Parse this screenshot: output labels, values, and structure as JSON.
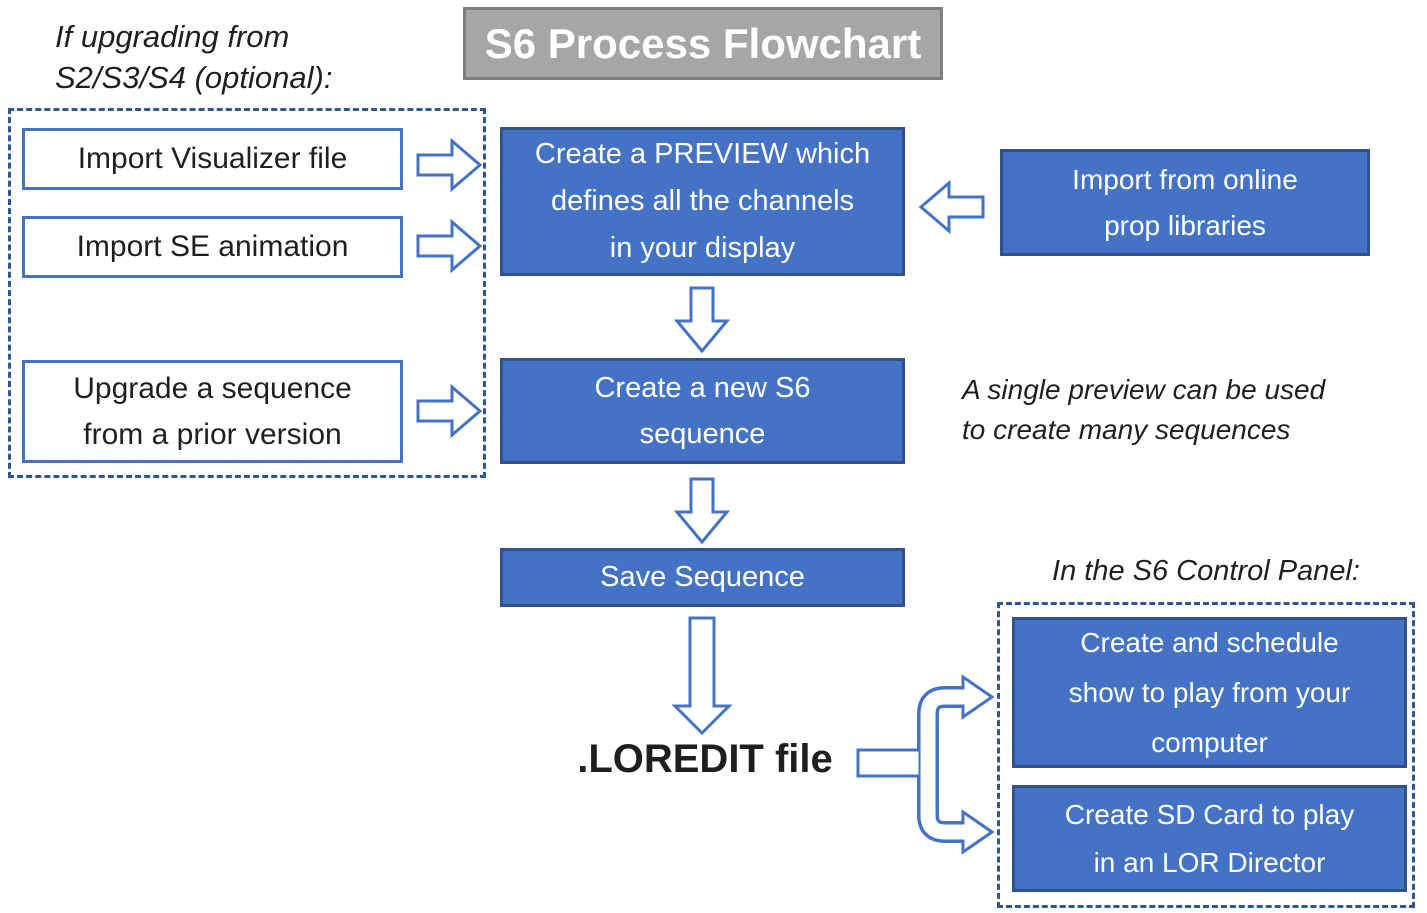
{
  "title": "S6 Process Flowchart",
  "colors": {
    "node_blue": "#4472C4",
    "node_border": "#2F528F",
    "arrow_outline": "#4472C4",
    "dashed_border": "#2F5597",
    "title_bg": "#A6A6A6",
    "title_border": "#7F7F7F",
    "text_on_blue": "#FFFFFF",
    "text_black": "#1F1F1F"
  },
  "icons": {
    "right_arrow": "block-arrow-right",
    "left_arrow": "block-arrow-left",
    "down_arrow": "block-arrow-down",
    "long_down_arrow": "block-arrow-down-long",
    "branch_connector": "curved-split-arrow"
  },
  "upgrade_panel": {
    "heading_lines": [
      "If upgrading from",
      "S2/S3/S4 (optional):"
    ],
    "items": [
      "Import Visualizer file",
      "Import SE animation",
      {
        "lines": [
          "Upgrade a sequence",
          "from a prior version"
        ]
      }
    ]
  },
  "flow": {
    "create_preview_lines": [
      "Create a PREVIEW which",
      "defines all the channels",
      "in your display"
    ],
    "create_sequence_lines": [
      "Create a new S6",
      "sequence"
    ],
    "save_sequence": "Save Sequence",
    "output_file": ".LOREDIT file"
  },
  "import_props_lines": [
    "Import from online",
    "prop libraries"
  ],
  "preview_note_lines": [
    "A single preview can be used",
    "to create many sequences"
  ],
  "control_panel": {
    "heading": "In the S6 Control Panel:",
    "items": [
      {
        "lines": [
          "Create and schedule",
          "show to play from your",
          "computer"
        ]
      },
      {
        "lines": [
          "Create SD Card to play",
          "in an LOR Director"
        ]
      }
    ]
  }
}
